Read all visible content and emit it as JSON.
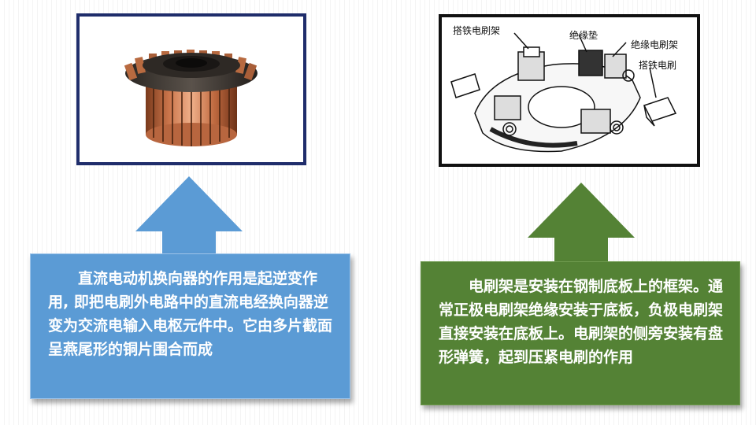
{
  "left_panel": {
    "image_caption": "",
    "description": "直流电动机换向器的作用是起逆变作用, 即把电刷外电路中的直流电经换向器逆变为交流电输入电枢元件中。它由多片截面呈燕尾形的铜片围合而成",
    "arrow_color": "#5b9bd5",
    "box_color": "#5b9bd5"
  },
  "right_panel": {
    "diagram_labels": {
      "label_1": "搭铁电刷架",
      "label_2": "绝缘垫",
      "label_3": "绝缘电刷架",
      "label_4": "搭铁电刷"
    },
    "description": "电刷架是安装在钢制底板上的框架。通常正极电刷架绝缘安装于底板，负极电刷架直接安装在底板上。电刷架的侧旁安装有盘形弹簧，起到压紧电刷的作用",
    "arrow_color": "#548235",
    "box_color": "#548235"
  }
}
